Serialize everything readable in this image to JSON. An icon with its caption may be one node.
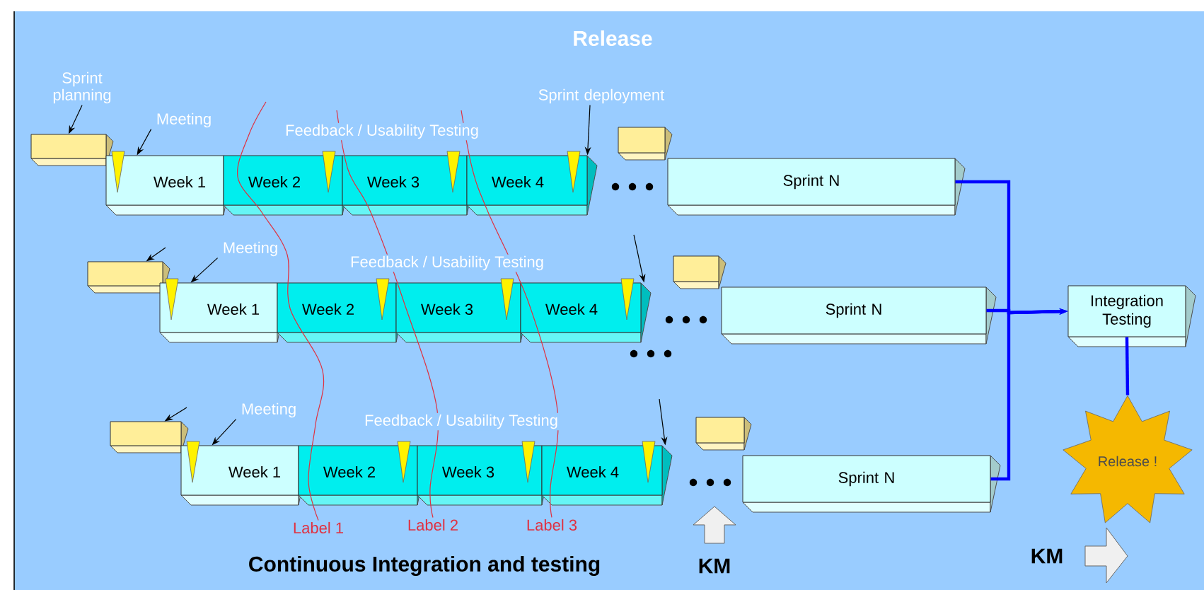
{
  "diagram": {
    "title": "Release",
    "nodes": [
      {
        "text": [
          "Sprint planning"
        ]
      },
      {
        "text": [],
        "shape": "box"
      },
      {
        "text": [
          "Meeting"
        ]
      },
      {
        "text": [
          "Week 1"
        ]
      },
      {
        "text": [
          "Week 2"
        ]
      },
      {
        "text": [
          "Week 3"
        ]
      },
      {
        "text": [
          "Week 4"
        ]
      },
      {
        "text": [
          "Sprint deployment"
        ]
      },
      {
        "text": [],
        "shape": "box"
      },
      {
        "text": [
          "Sprint N"
        ]
      },
      {
        "text": [],
        "shape": "box"
      },
      {
        "text": [
          "Meeting"
        ]
      },
      {
        "text": [
          "Week 1"
        ]
      },
      {
        "text": [
          "Week 2"
        ]
      },
      {
        "text": [
          "Week 3"
        ]
      },
      {
        "text": [
          "Week 4"
        ]
      },
      {
        "text": [],
        "shape": "box"
      },
      {
        "text": [
          "Sprint N"
        ]
      },
      {
        "text": [],
        "shape": "box"
      },
      {
        "text": [
          "Meeting"
        ]
      },
      {
        "text": [
          "Week 1"
        ]
      },
      {
        "text": [
          "Week 2"
        ]
      },
      {
        "text": [
          "Week 3"
        ]
      },
      {
        "text": [
          "Week 4"
        ]
      },
      {
        "text": [],
        "shape": "box"
      },
      {
        "text": [
          "Sprint N"
        ]
      },
      {
        "text": [
          "Integration Testing"
        ]
      },
      {
        "text": [
          "Release !"
        ]
      },
      {
        "text": [
          "Label 1"
        ]
      },
      {
        "text": [
          "Label 2"
        ]
      },
      {
        "text": [
          "Label 3"
        ]
      }
    ],
    "edges": [
      {
        "from": 0,
        "to": 1,
        "arrow": "to"
      },
      {
        "from": 2,
        "to": 3,
        "arrow": "to"
      },
      {
        "from": 7,
        "to": 6,
        "arrow": "to"
      },
      {
        "from": 9,
        "to": 26,
        "arrow": "to",
        "style": "thick",
        "color": "#0000ff"
      },
      {
        "from": null,
        "to": 10,
        "arrow": "to"
      },
      {
        "from": 11,
        "to": 12,
        "arrow": "to"
      },
      {
        "from": null,
        "to": 15,
        "arrow": "to"
      },
      {
        "from": 17,
        "to": 26,
        "arrow": "to",
        "style": "thick",
        "color": "#0000ff"
      },
      {
        "from": null,
        "to": 18,
        "arrow": "to"
      },
      {
        "from": 19,
        "to": 20,
        "arrow": "to"
      },
      {
        "from": null,
        "to": 23,
        "arrow": "to"
      },
      {
        "from": 25,
        "to": 26,
        "arrow": "to",
        "style": "thick",
        "color": "#0000ff"
      },
      {
        "from": 26,
        "to": 27,
        "arrow": "none",
        "style": "thick",
        "color": "#0000ff"
      },
      {
        "from": 28,
        "to": null,
        "arrow": "none",
        "color": "#e03040"
      },
      {
        "from": 29,
        "to": null,
        "arrow": "none",
        "color": "#e03040"
      },
      {
        "from": 30,
        "to": null,
        "arrow": "none",
        "color": "#e03040"
      }
    ],
    "labels": [
      "Feedback / Usability Testing",
      "Feedback / Usability Testing",
      "Feedback / Usability Testing",
      "Continuous Integration and testing",
      "KM",
      "KM"
    ]
  }
}
